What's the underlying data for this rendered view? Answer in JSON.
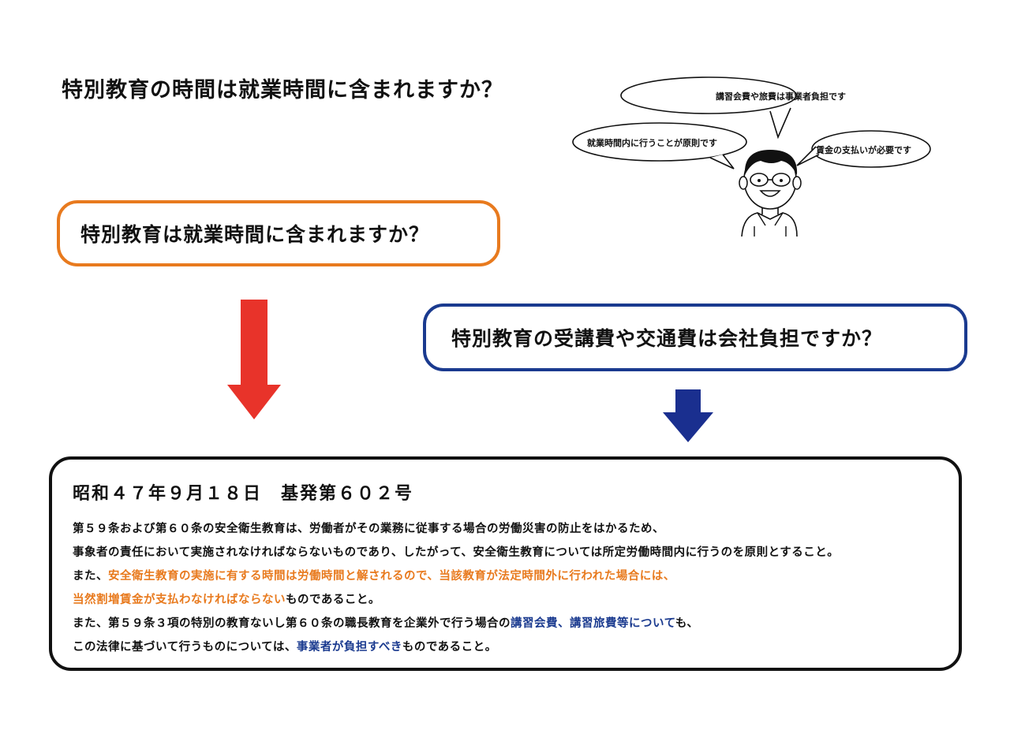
{
  "title": "特別教育の時間は就業時間に含まれますか？",
  "question_orange": "特別教育は就業時間に含まれますか？",
  "question_blue": "特別教育の受講費や交通費は会社負担ですか？",
  "speech": {
    "top": "講習会費や旅費は事業者負担です",
    "left": "就業時間内に行うことが原則です",
    "right": "賃金の支払いが必要です"
  },
  "notice": {
    "heading": "昭和４７年９月１８日　基発第６０２号",
    "line1": "第５９条および第６０条の安全衛生教育は、労働者がその業務に従事する場合の労働災害の防止をはかるため、",
    "line2": "事象者の責任において実施されなければならないものであり、したがって、安全衛生教育については所定労働時間内に行うのを原則とすること。",
    "line3_a": "また、",
    "line3_b": "安全衛生教育の実施に有する時間は労働時間と解されるので、当該教育が法定時間外に行われた場合には、",
    "line4_a": "当然割増賃金が支払わなければならない",
    "line4_b": "ものであること。",
    "line5_a": "また、第５９条３項の特別の教育ないし第６０条の職長教育を企業外で行う場合の",
    "line5_b": "講習会費、講習旅費等について",
    "line5_c": "も、",
    "line6_a": "この法律に基づいて行うものについては、",
    "line6_b": "事業者が負担すべき",
    "line6_c": "ものであること。"
  },
  "colors": {
    "orange": "#e87a1e",
    "blue": "#1a3a8f",
    "red_arrow": "#e8332a",
    "navy_arrow": "#1a2f8f"
  },
  "icons": [
    "red-down-arrow-icon",
    "blue-down-arrow-icon",
    "person-illustration-icon"
  ]
}
